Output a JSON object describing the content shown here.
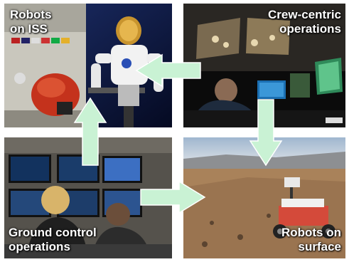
{
  "panels": {
    "iss": {
      "caption_line1": "Robots",
      "caption_line2": "on ISS"
    },
    "crew": {
      "caption_line1": "Crew-centric",
      "caption_line2": "operations"
    },
    "ground": {
      "caption_line1": "Ground control",
      "caption_line2": "operations"
    },
    "surface": {
      "caption_line1": "Robots on",
      "caption_line2": "surface"
    }
  },
  "colors": {
    "arrow_fill": "#c9f2d4",
    "arrow_stroke": "#ffffff",
    "caption": "#ffffff"
  },
  "arrows": [
    {
      "name": "crew-to-iss",
      "direction": "left"
    },
    {
      "name": "crew-to-surface",
      "direction": "down"
    },
    {
      "name": "ground-to-iss",
      "direction": "up"
    },
    {
      "name": "ground-to-surface",
      "direction": "right"
    }
  ]
}
